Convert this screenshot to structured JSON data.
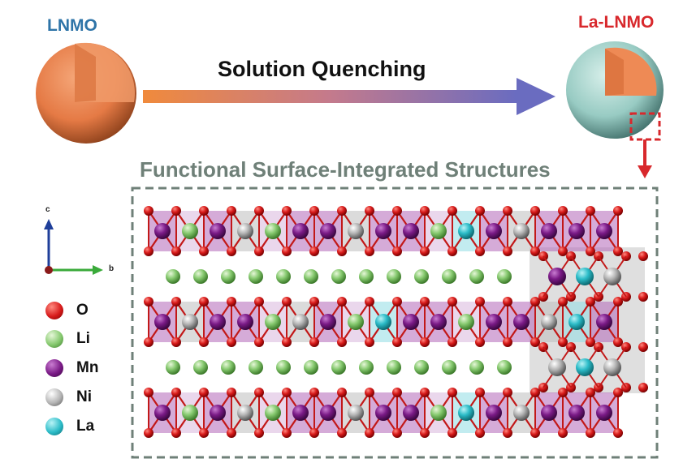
{
  "header": {
    "left_title": "LNMO",
    "right_title": "La-LNMO",
    "process_label": "Solution Quenching"
  },
  "section_title": "Functional Surface-Integrated Structures",
  "axes": {
    "vertical": "c",
    "horizontal": "b"
  },
  "legend": [
    {
      "label": "O",
      "color": "#d01515"
    },
    {
      "label": "Li",
      "color": "#7ec36b"
    },
    {
      "label": "Mn",
      "color": "#7a1a86"
    },
    {
      "label": "Ni",
      "color": "#a8a8a8"
    },
    {
      "label": "La",
      "color": "#2cbcc8"
    }
  ],
  "colors": {
    "arrow_start": "#f08a3c",
    "arrow_end": "#6a6cc0",
    "sphere_core": "#ee8a55",
    "surface_shell": "#a7d6cf",
    "highlight_red": "#d8282c",
    "frame_gray": "#6f8078"
  }
}
